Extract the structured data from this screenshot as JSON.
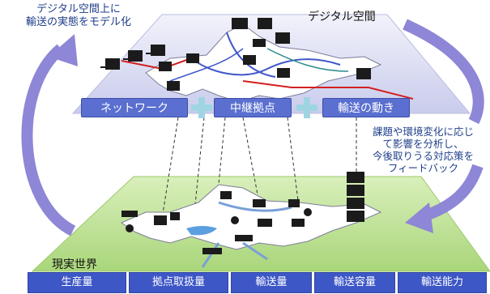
{
  "top_left_caption": [
    "デジタル空間上に",
    "輸送の実態をモデル化"
  ],
  "digital_space_title": "デジタル空間",
  "digital_components": [
    "ネットワーク",
    "中継拠点",
    "輸送の動き"
  ],
  "right_caption": [
    "課題や環境変化に応じ",
    "て影響を分析し、",
    "今後取りうる対応策を",
    "フィードバック"
  ],
  "real_world_title": "現実世界",
  "real_world_data": [
    "生産量",
    "拠点取扱量",
    "輸送量",
    "輸送容量",
    "輸送能力"
  ],
  "colors": {
    "digital_plane": "#d6d9f0",
    "real_plane": "#c3e39a",
    "box_fill": "#5a6fd0",
    "cycle_arrow": "#8e86d6",
    "plus_sign": "#9fd5e3",
    "route_red": "#d22020",
    "route_blue": "#3f57c8"
  }
}
